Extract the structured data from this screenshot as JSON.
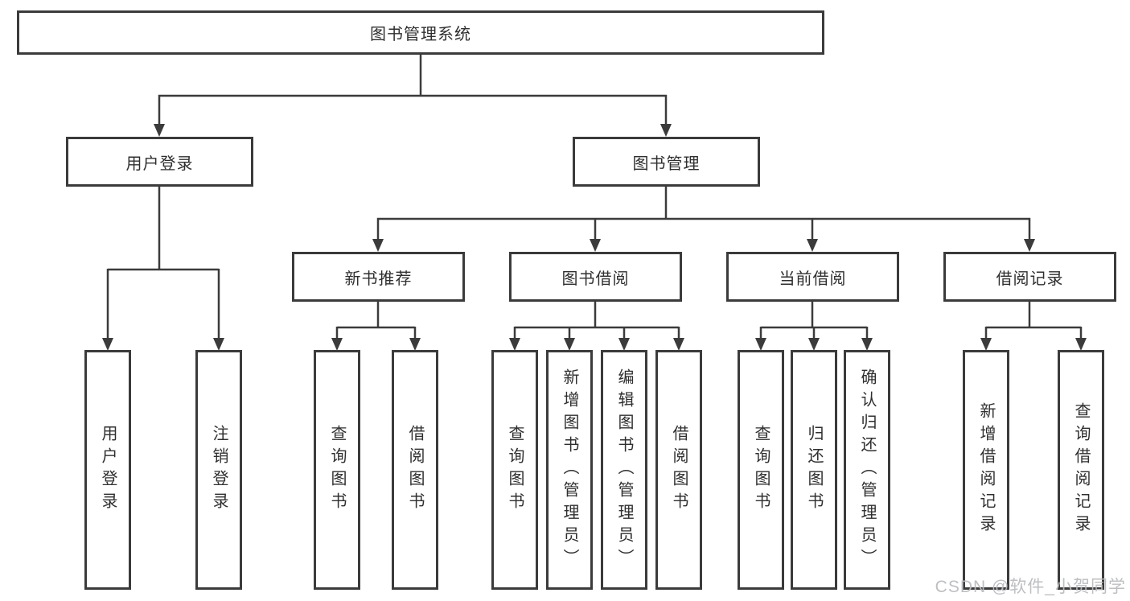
{
  "diagram": {
    "root": "图书管理系统",
    "level2": [
      {
        "label": "用户登录",
        "leaves": [
          "用户登录",
          "注销登录"
        ]
      },
      {
        "label": "图书管理",
        "children": [
          {
            "label": "新书推荐",
            "leaves": [
              "查询图书",
              "借阅图书"
            ]
          },
          {
            "label": "图书借阅",
            "leaves": [
              "查询图书",
              "新增图书（管理员）",
              "编辑图书（管理员）",
              "借阅图书"
            ]
          },
          {
            "label": "当前借阅",
            "leaves": [
              "查询图书",
              "归还图书",
              "确认归还（管理员）"
            ]
          },
          {
            "label": "借阅记录",
            "leaves": [
              "新增借阅记录",
              "查询借阅记录"
            ]
          }
        ]
      }
    ]
  },
  "watermark": {
    "text": "CSDN @软件_小贺同学"
  },
  "colors": {
    "line": "#3b3b3b",
    "box_border": "#3b3b3b",
    "text": "#2f2f2f",
    "watermark": "#b9bcbf",
    "background": "#ffffff"
  }
}
